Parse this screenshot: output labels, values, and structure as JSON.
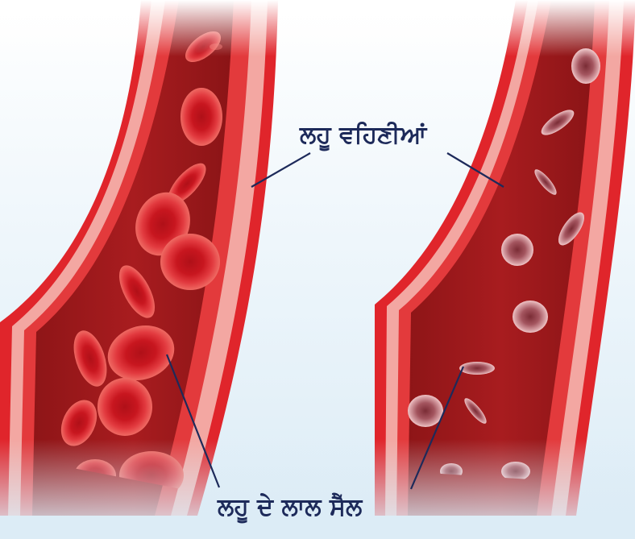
{
  "labels": {
    "vessels": "ਲਹੂ ਵਹਿਣੀਆਂ",
    "red_cells": "ਲਹੂ ਦੇ ਲਾਲ ਸੈੱਲ"
  },
  "colors": {
    "vessel_wall": "#e0252b",
    "vessel_wall_light": "#f3a7a2",
    "lumen": "#9c1a1c",
    "cell_healthy": "#d8242c",
    "cell_pale": "#b66a72",
    "pointer_line": "#1d2a5a",
    "label_text": "#1d2a5a"
  },
  "panels": [
    {
      "id": "normal-vessel",
      "cell_count": 13
    },
    {
      "id": "anemic-vessel",
      "cell_count": 11
    }
  ]
}
